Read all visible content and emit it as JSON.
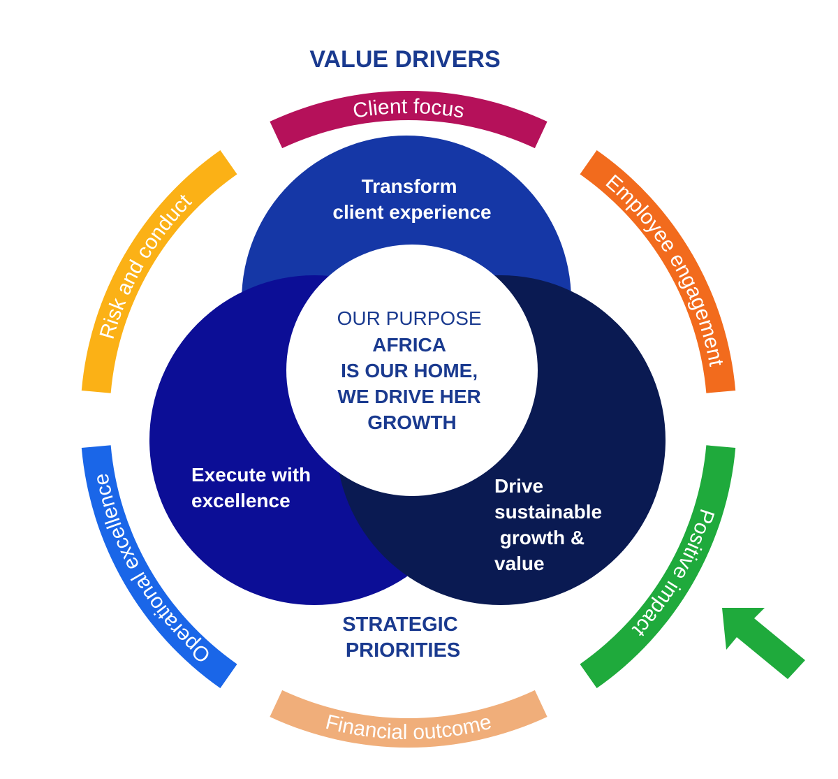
{
  "title": "VALUE DRIVERS",
  "subtitle": "STRATEGIC PRIORITIES",
  "subtitle_lines": [
    "STRATEGIC",
    "PRIORITIES"
  ],
  "value_drivers": [
    {
      "label": "Client focus",
      "color": "#b5115a"
    },
    {
      "label": "Employee engagement",
      "color": "#f26b1d"
    },
    {
      "label": "Positive impact",
      "color": "#1faa3c"
    },
    {
      "label": "Financial outcome",
      "color": "#f0ae7a"
    },
    {
      "label": "Operational excellence",
      "color": "#1a66e8"
    },
    {
      "label": "Risk and conduct",
      "color": "#fbb116"
    }
  ],
  "strategic_priorities": [
    {
      "lines": [
        "Transform",
        "client experience"
      ],
      "color": "#1537a6"
    },
    {
      "lines": [
        "Execute with",
        "excellence"
      ],
      "color": "#0c0e96"
    },
    {
      "lines": [
        "Drive",
        "sustainable",
        " growth &",
        "value"
      ],
      "color": "#0a1a52"
    }
  ],
  "purpose": {
    "heading": "OUR PURPOSE",
    "lines": [
      "AFRICA",
      "IS OUR HOME,",
      "WE DRIVE HER",
      "GROWTH"
    ]
  },
  "arrow": {
    "icon": "arrow-up-left-icon",
    "color": "#1faa3c"
  }
}
